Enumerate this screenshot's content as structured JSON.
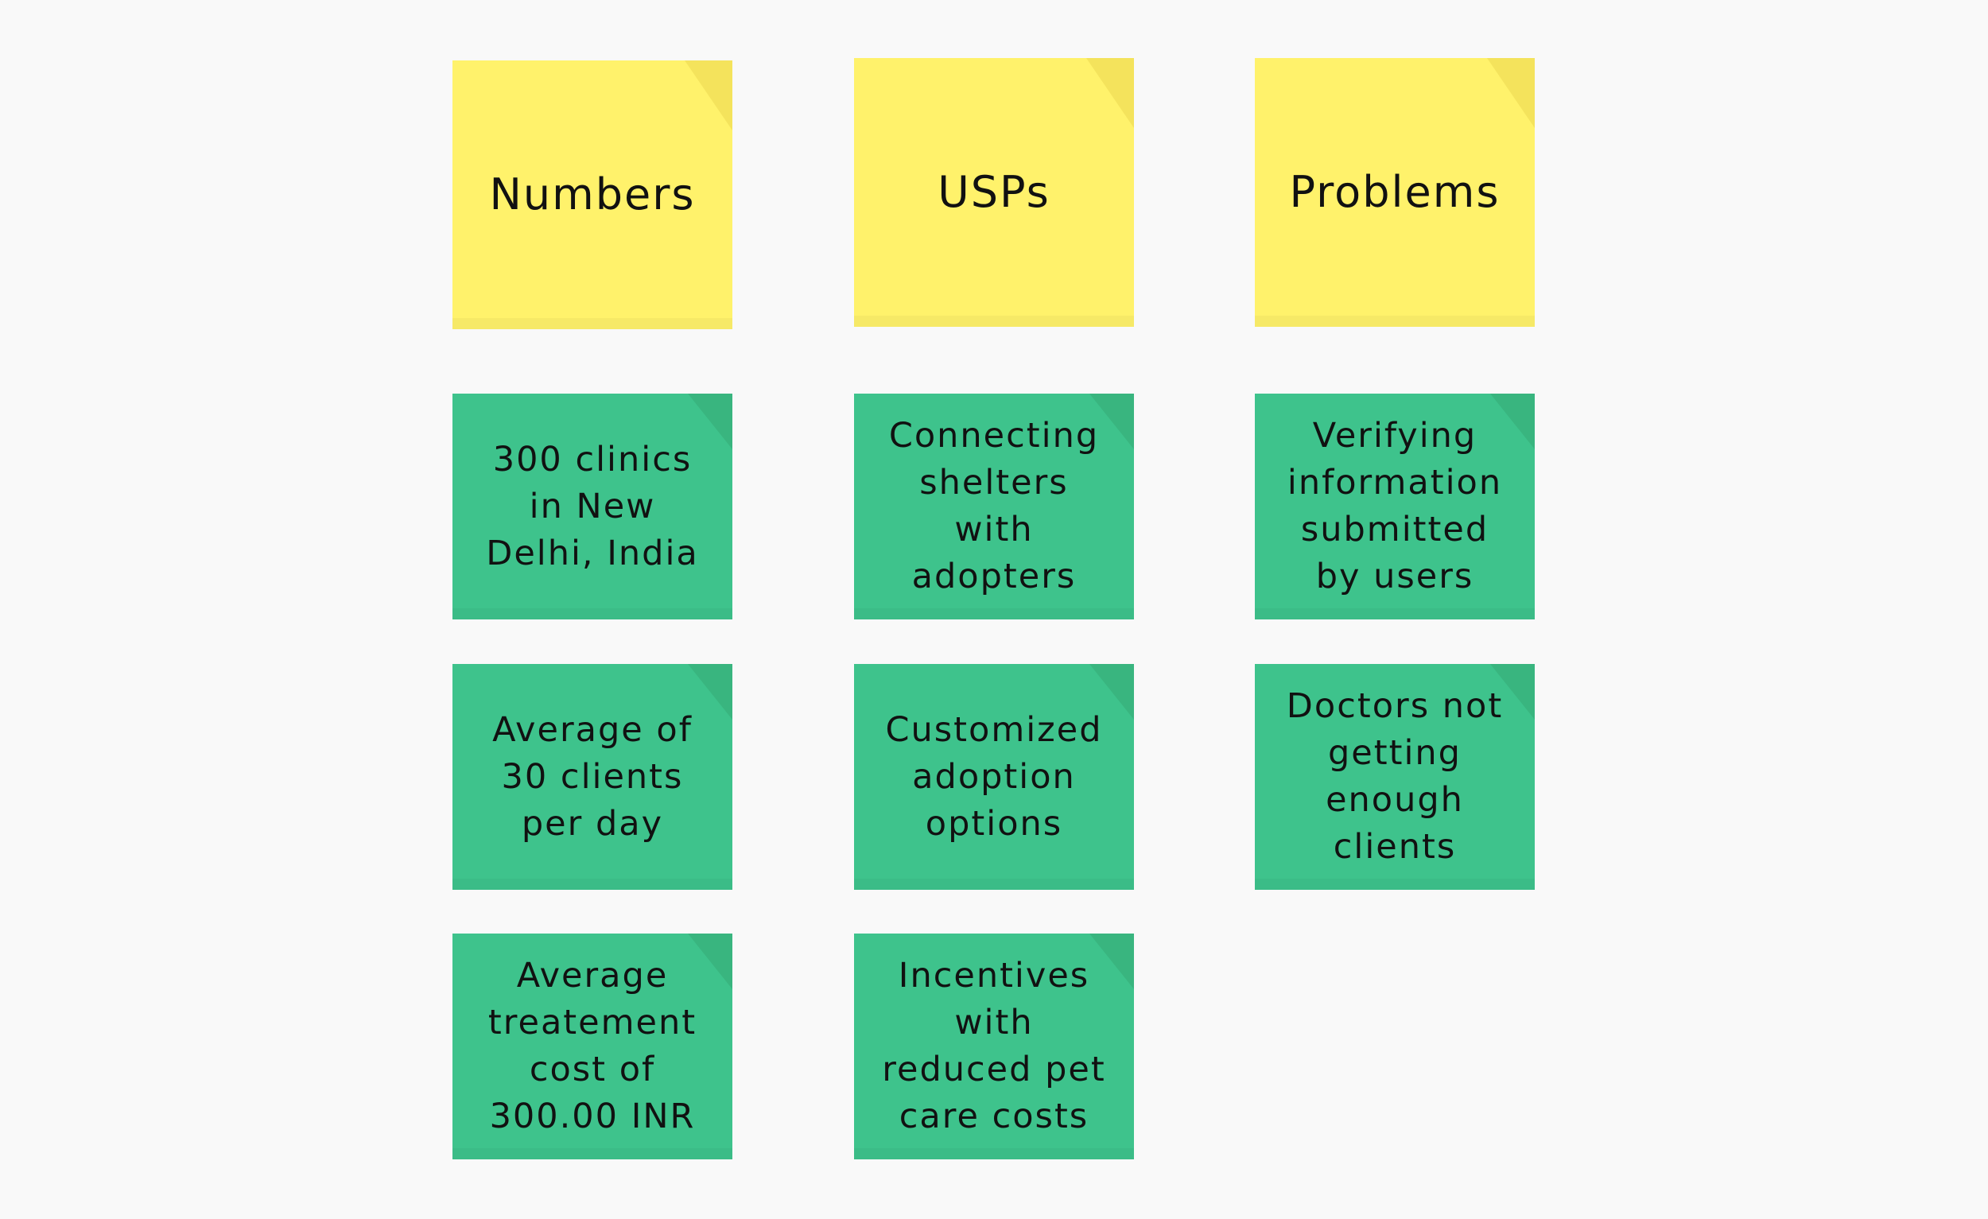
{
  "colors": {
    "background": "#f9f9f9",
    "header_note": "#fff26b",
    "item_note": "#3ec38c",
    "text": "#111111"
  },
  "columns": [
    {
      "header": "Numbers",
      "items": [
        "300 clinics\nin New\nDelhi, India",
        "Average of\n30 clients\nper day",
        "Average\ntreatement\ncost of\n300.00 INR"
      ]
    },
    {
      "header": "USPs",
      "items": [
        "Connecting\nshelters\nwith\nadopters",
        "Customized\nadoption\noptions",
        "Incentives\nwith\nreduced pet\ncare costs"
      ]
    },
    {
      "header": "Problems",
      "items": [
        "Verifying\ninformation\nsubmitted\nby users",
        "Doctors not\ngetting\nenough\nclients"
      ]
    }
  ]
}
